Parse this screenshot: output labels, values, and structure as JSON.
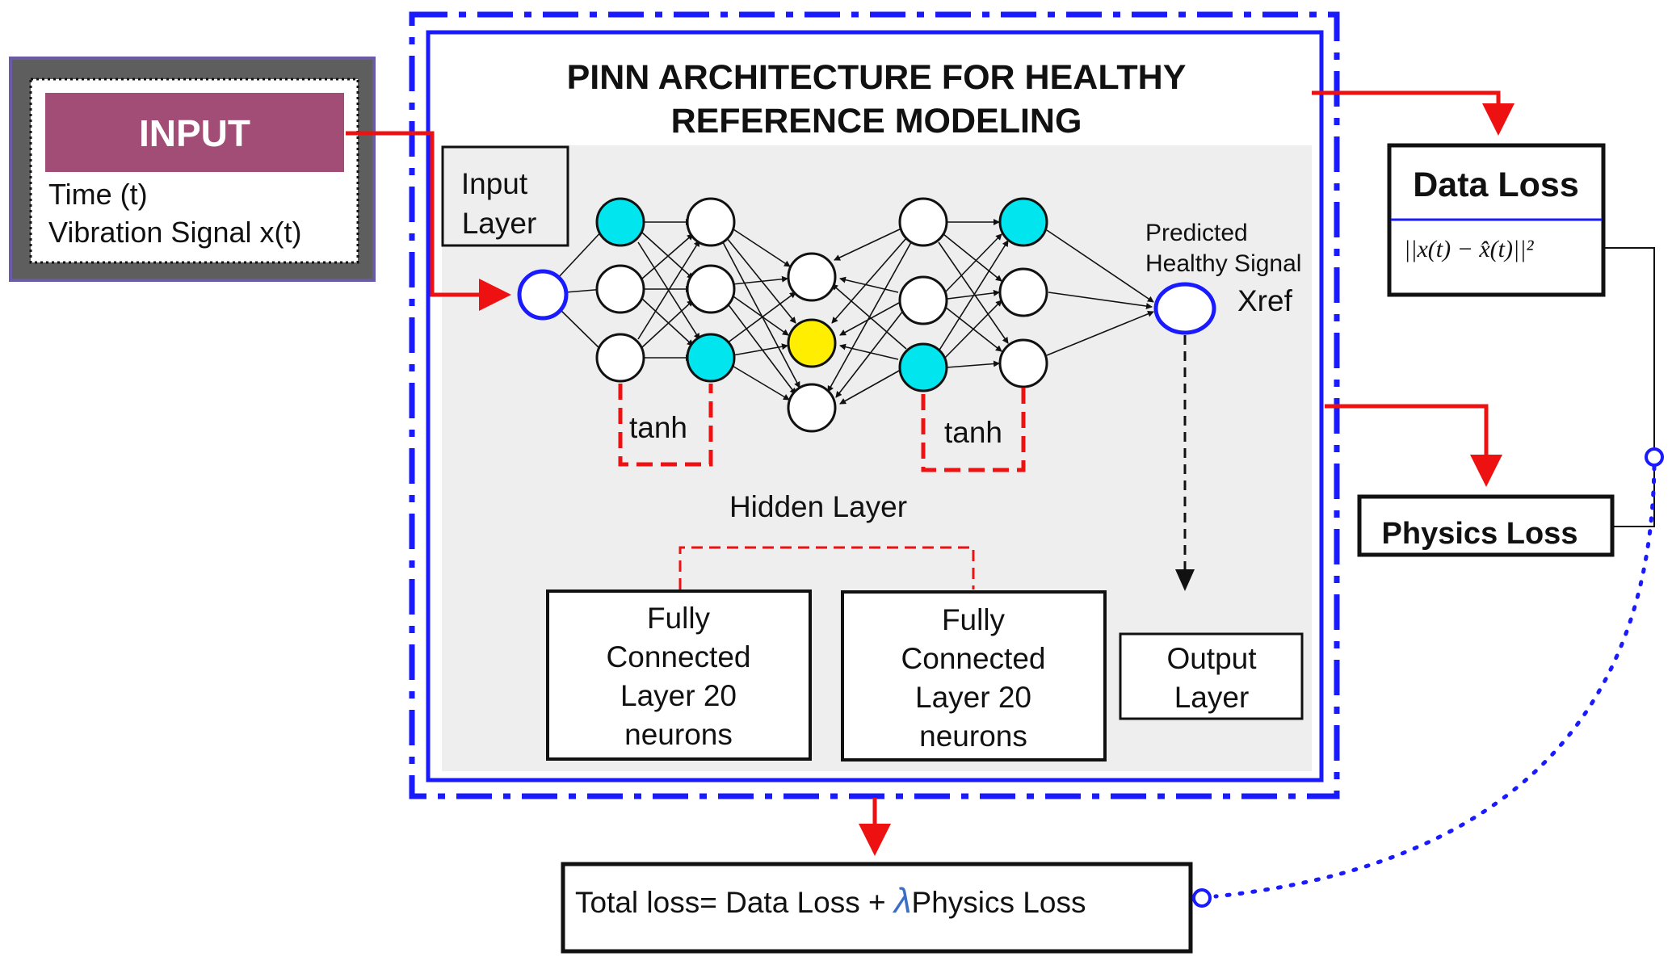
{
  "title": {
    "line1": "PINN ARCHITECTURE FOR HEALTHY",
    "line2": "REFERENCE MODELING"
  },
  "input_block": {
    "header": "INPUT",
    "line1": "Time  (t)",
    "line2": "Vibration Signal x(t)"
  },
  "input_layer": {
    "line1": "Input",
    "line2": "Layer"
  },
  "activation_1": "tanh",
  "activation_2": "tanh",
  "hidden_layer_label": "Hidden Layer",
  "fc_layer_1": {
    "line1": "Fully",
    "line2": "Connected",
    "line3": "Layer 20",
    "line4": "neurons"
  },
  "fc_layer_2": {
    "line1": "Fully",
    "line2": "Connected",
    "line3": "Layer 20",
    "line4": "neurons"
  },
  "predicted": {
    "line1": "Predicted",
    "line2": "Healthy Signal",
    "symbol": "Xref"
  },
  "output_layer": {
    "line1": "Output",
    "line2": "Layer"
  },
  "data_loss": {
    "label": "Data Loss",
    "formula": "||x(t) − x̂(t)||²"
  },
  "physics_loss": {
    "label": "Physics Loss"
  },
  "total_loss": {
    "prefix": "Total loss= Data Loss + ",
    "lambda": "λ",
    "suffix": "Physics  Loss"
  },
  "colors": {
    "input_header": "#a24d76",
    "input_outer": "#6a5aa8",
    "frame_blue": "#1a1aff",
    "arrow_red": "#ee1111",
    "neuron_cyan": "#00e5ee",
    "neuron_yellow": "#ffee00",
    "panel_gray": "#eeeeee"
  }
}
